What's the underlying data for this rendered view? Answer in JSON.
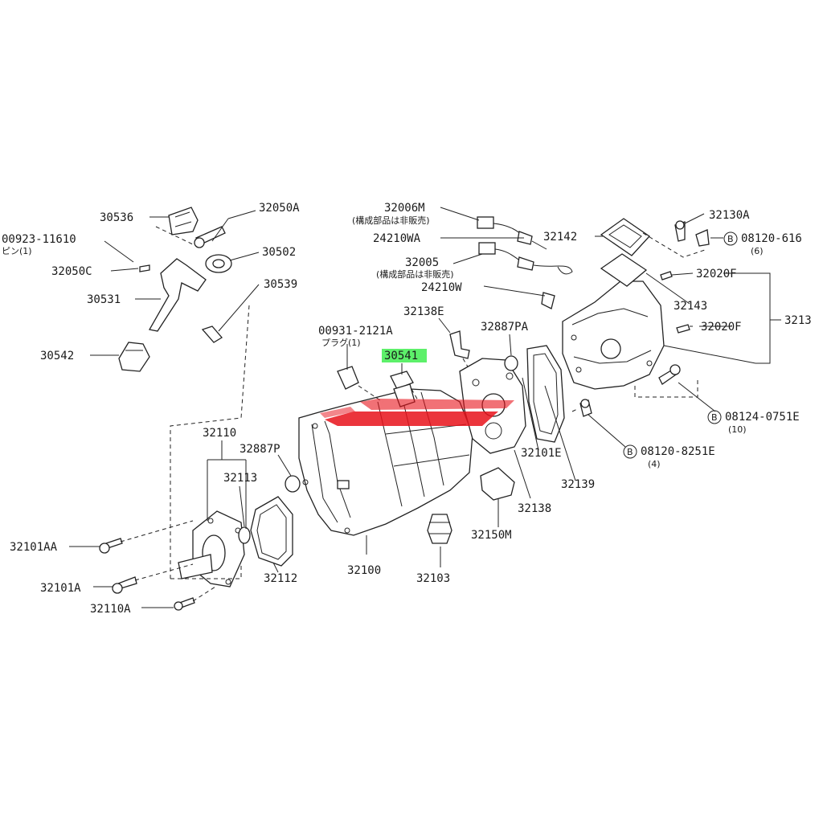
{
  "labels": {
    "p30536": "30536",
    "p32050A": "32050A",
    "p00923": "00923-11610",
    "p00923_sub": "ピン(1)",
    "p32050C": "32050C",
    "p30502": "30502",
    "p30539": "30539",
    "p30531": "30531",
    "p30542": "30542",
    "p32006M": "32006M",
    "p32006M_sub": "(構成部品は非販売)",
    "p24210WA": "24210WA",
    "p32005": "32005",
    "p32005_sub": "(構成部品は非販売)",
    "p24210W": "24210W",
    "p32142": "32142",
    "p32130A": "32130A",
    "p08120_616": "08120-616",
    "p08120_616_qty": "(6)",
    "p32020F_a": "32020F",
    "p32143": "32143",
    "p32020F_b": "32020F",
    "p3213": "3213",
    "p32138E": "32138E",
    "p00931": "00931-2121A",
    "p00931_sub": "プラグ(1)",
    "p30541": "30541",
    "p32887PA": "32887PA",
    "p08124": "08124-0751E",
    "p08124_qty": "(10)",
    "p32101E": "32101E",
    "p08120_825": "08120-8251E",
    "p08120_825_qty": "(4)",
    "p32139": "32139",
    "p32110": "32110",
    "p32887P": "32887P",
    "p32113": "32113",
    "p32138": "32138",
    "p32150M": "32150M",
    "p32101AA": "32101AA",
    "p32112": "32112",
    "p32100": "32100",
    "p32103": "32103",
    "p32101A": "32101A",
    "p32110A": "32110A",
    "bolt_mark": "B"
  },
  "colors": {
    "highlight": "#5df06a",
    "watermark": "#e8121b",
    "line": "#222222"
  },
  "highlighted_part": "30541"
}
